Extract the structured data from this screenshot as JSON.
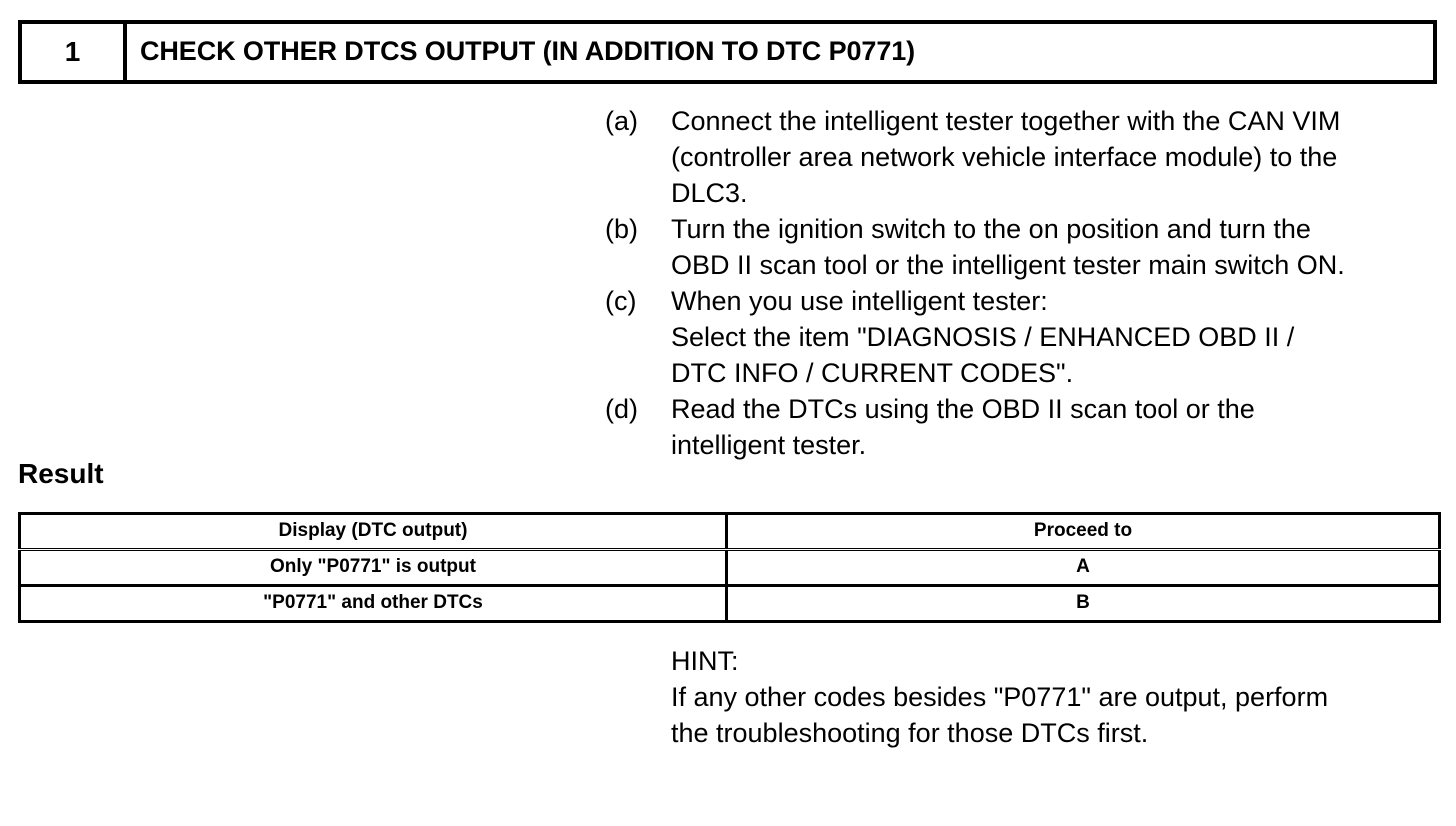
{
  "step": {
    "number": "1",
    "title": "CHECK OTHER DTCS OUTPUT (IN ADDITION TO DTC P0771)"
  },
  "procedure": [
    {
      "marker": "(a)",
      "lines": [
        "Connect the intelligent tester together with the CAN VIM",
        "(controller area network vehicle interface module) to the",
        "DLC3."
      ]
    },
    {
      "marker": "(b)",
      "lines": [
        "Turn the ignition switch to the on position and turn the",
        "OBD II scan tool or the intelligent tester main switch ON."
      ]
    },
    {
      "marker": "(c)",
      "lines": [
        "When you use intelligent tester:",
        "Select the item \"DIAGNOSIS / ENHANCED OBD II /",
        "DTC INFO / CURRENT CODES\"."
      ]
    },
    {
      "marker": "(d)",
      "lines": [
        "Read the DTCs using the OBD II scan tool or the",
        "intelligent tester."
      ]
    }
  ],
  "result": {
    "heading": "Result",
    "table": {
      "columns": [
        "Display (DTC output)",
        "Proceed to"
      ],
      "rows": [
        [
          "Only \"P0771\" is output",
          "A"
        ],
        [
          "\"P0771\" and other DTCs",
          "B"
        ]
      ]
    }
  },
  "hint": {
    "label": "HINT:",
    "lines": [
      "If any other codes besides \"P0771\" are output, perform",
      "the troubleshooting for those DTCs first."
    ]
  }
}
